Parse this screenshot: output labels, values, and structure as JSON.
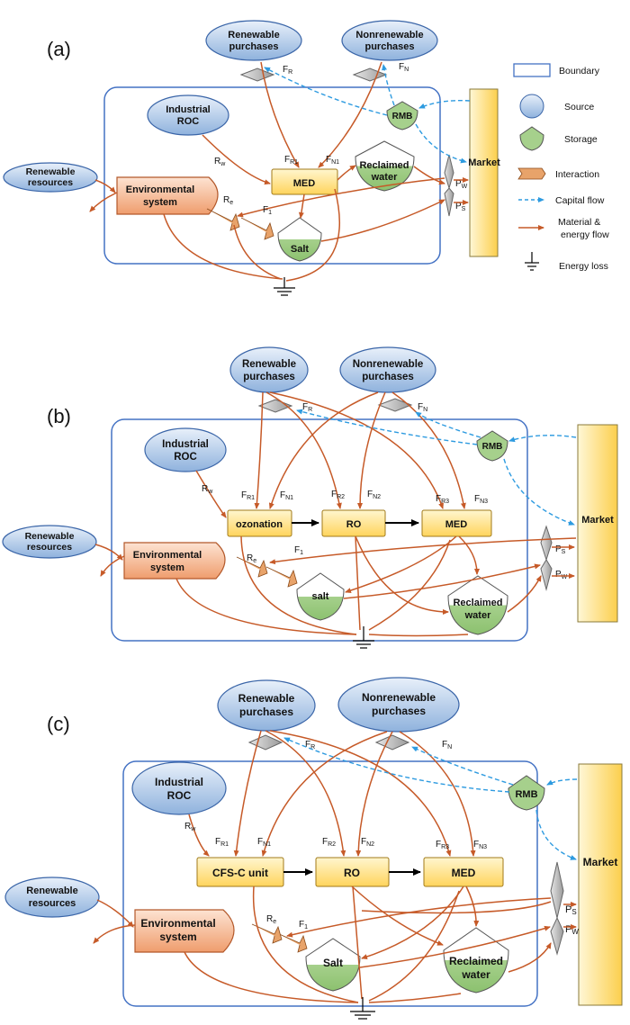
{
  "panels": {
    "a": {
      "label": "(a)",
      "renewable_purchases": [
        "Renewable",
        "purchases"
      ],
      "nonrenewable_purchases": [
        "Nonrenewable",
        "purchases"
      ],
      "industrial_roc": [
        "Industrial",
        "ROC"
      ],
      "renewable_resources": [
        "Renewable",
        "resources"
      ],
      "environmental_system": [
        "Environmental",
        "system"
      ],
      "med": "MED",
      "reclaimed_water": [
        "Reclaimed",
        "water"
      ],
      "salt": "Salt",
      "rmb": "RMB",
      "market": "Market",
      "flows": {
        "FR": "F",
        "FR_sub": "R",
        "FN": "F",
        "FN_sub": "N",
        "Rw": "R",
        "Rw_sub": "w",
        "FR1": "F",
        "FR1_sub": "R1",
        "FN1": "F",
        "FN1_sub": "N1",
        "Re": "R",
        "Re_sub": "e",
        "F1": "F",
        "F1_sub": "1",
        "PW": "P",
        "PW_sub": "W",
        "PS": "P",
        "PS_sub": "S"
      }
    },
    "b": {
      "label": "(b)",
      "renewable_purchases": [
        "Renewable",
        "purchases"
      ],
      "nonrenewable_purchases": [
        "Nonrenewable",
        "purchases"
      ],
      "industrial_roc": [
        "Industrial",
        "ROC"
      ],
      "renewable_resources": [
        "Renewable",
        "resources"
      ],
      "environmental_system": [
        "Environmental",
        "system"
      ],
      "unit1": "ozonation",
      "ro": "RO",
      "med": "MED",
      "reclaimed_water": [
        "Reclaimed",
        "water"
      ],
      "salt": "salt",
      "rmb": "RMB",
      "market": "Market"
    },
    "c": {
      "label": "(c)",
      "renewable_purchases": [
        "Renewable",
        "purchases"
      ],
      "nonrenewable_purchases": [
        "Nonrenewable",
        "purchases"
      ],
      "industrial_roc": [
        "Industrial",
        "ROC"
      ],
      "renewable_resources": [
        "Renewable",
        "resources"
      ],
      "environmental_system": [
        "Environmental",
        "system"
      ],
      "unit1": "CFS-C unit",
      "ro": "RO",
      "med": "MED",
      "reclaimed_water": [
        "Reclaimed",
        "water"
      ],
      "salt": "Salt",
      "rmb": "RMB",
      "market": "Market"
    }
  },
  "legend": {
    "boundary": "Boundary",
    "source": "Source",
    "storage": "Storage",
    "interaction": "Interaction",
    "capital_flow": "Capital flow",
    "material_flow": [
      "Material  &",
      "energy flow"
    ],
    "energy_loss": "Energy loss"
  },
  "colors": {
    "boundary": "#4472c4",
    "flow": "#c65a28",
    "capital": "#2e9be0",
    "source_fill": "#a9c4e6",
    "storage_fill": "#a6d08c",
    "unit_fill": "#ffe18a",
    "env_fill": "#f2b18a",
    "interaction": "#e8a36a",
    "market_fill": "#fde38b",
    "diamond": "#c8c8c8"
  }
}
